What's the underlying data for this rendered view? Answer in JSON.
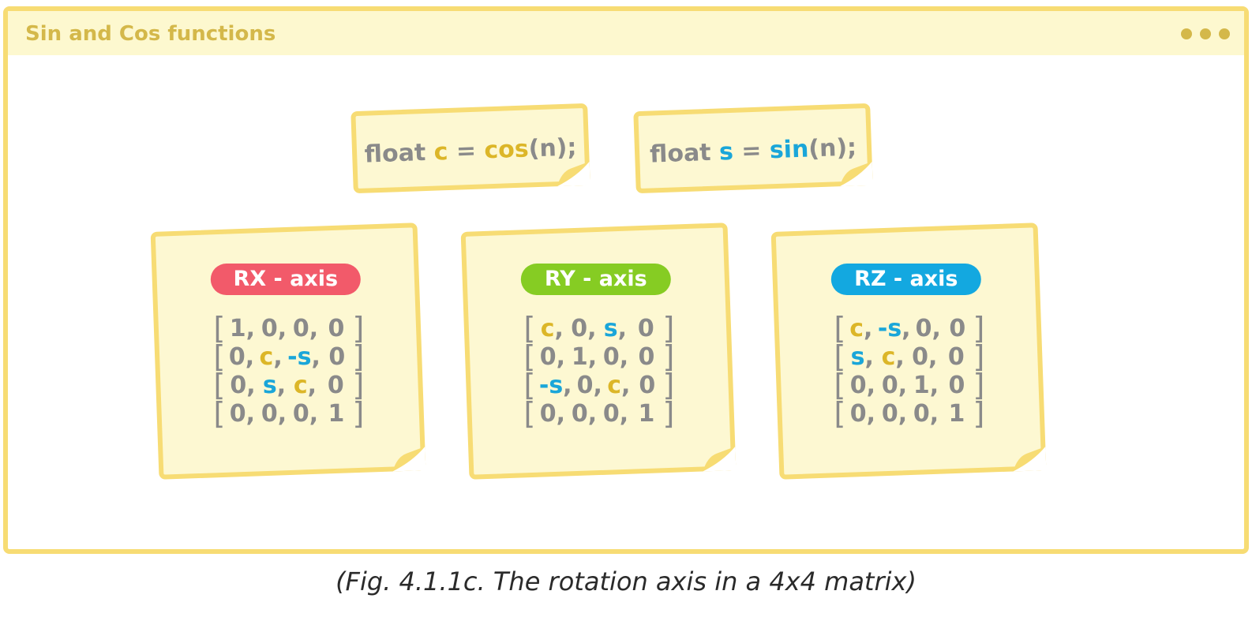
{
  "window": {
    "title": "Sin and Cos functions",
    "menu_icon": "more-dots-icon"
  },
  "snippets": {
    "cos": {
      "prefix": "float ",
      "var": "c",
      "eq": " = ",
      "fn": "cos",
      "suffix": "(n);"
    },
    "sin": {
      "prefix": "float ",
      "var": "s",
      "eq": " = ",
      "fn": "sin",
      "suffix": "(n);"
    }
  },
  "cards": [
    {
      "label": "RX - axis",
      "color": "#f25a6a",
      "rows": [
        [
          "1",
          "0",
          "0",
          "0"
        ],
        [
          "0",
          "c",
          "-s",
          "0"
        ],
        [
          "0",
          "s",
          "c",
          "0"
        ],
        [
          "0",
          "0",
          "0",
          "1"
        ]
      ]
    },
    {
      "label": "RY - axis",
      "color": "#86cc23",
      "rows": [
        [
          "c",
          "0",
          "s",
          "0"
        ],
        [
          "0",
          "1",
          "0",
          "0"
        ],
        [
          "-s",
          "0",
          "c",
          "0"
        ],
        [
          "0",
          "0",
          "0",
          "1"
        ]
      ]
    },
    {
      "label": "RZ - axis",
      "color": "#13a8e0",
      "rows": [
        [
          "c",
          "-s",
          "0",
          "0"
        ],
        [
          "s",
          "c",
          "0",
          "0"
        ],
        [
          "0",
          "0",
          "1",
          "0"
        ],
        [
          "0",
          "0",
          "0",
          "1"
        ]
      ]
    }
  ],
  "caption": "(Fig. 4.1.1c. The rotation axis in a 4x4 matrix)",
  "colors": {
    "cos_highlight": "#dcb628",
    "sin_highlight": "#1aa6d9",
    "text": "#8a8a8a",
    "frame": "#f7dc74"
  }
}
